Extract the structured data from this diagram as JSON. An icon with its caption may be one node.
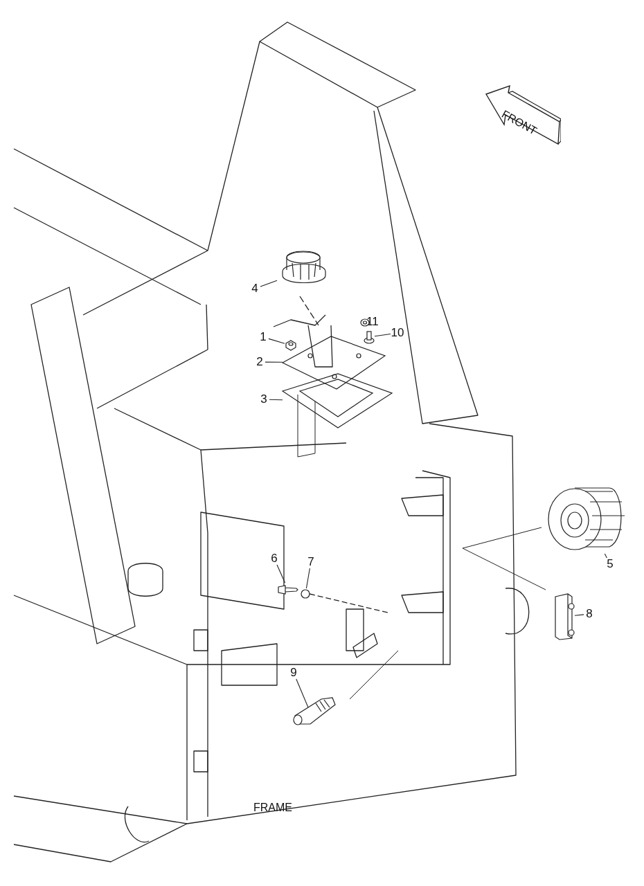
{
  "diagram": {
    "nodes": [
      {
        "text": [
          "FRONT"
        ]
      },
      {
        "text": [
          "4"
        ]
      },
      {
        "text": [
          "11"
        ]
      },
      {
        "text": [
          "10"
        ]
      },
      {
        "text": [
          "1"
        ]
      },
      {
        "text": [
          "2"
        ]
      },
      {
        "text": [
          "3"
        ]
      },
      {
        "text": [
          "5"
        ]
      },
      {
        "text": [
          "6"
        ]
      },
      {
        "text": [
          "7"
        ]
      },
      {
        "text": [
          "8"
        ]
      },
      {
        "text": [
          "9"
        ]
      },
      {
        "text": [],
        "shape": "picture"
      },
      {
        "text": [],
        "shape": "picture"
      },
      {
        "text": [],
        "shape": "picture"
      },
      {
        "text": [],
        "shape": "picture"
      },
      {
        "text": [],
        "shape": "picture"
      },
      {
        "text": [],
        "shape": "picture"
      },
      {
        "text": [],
        "shape": "picture"
      },
      {
        "text": [],
        "shape": "picture"
      },
      {
        "text": [],
        "shape": "circle"
      },
      {
        "text": [],
        "shape": "picture"
      },
      {
        "text": [],
        "shape": "picture"
      }
    ],
    "edges": [
      {
        "from": 1,
        "to": 12,
        "arrow": "none"
      },
      {
        "from": 2,
        "to": 13,
        "arrow": "none"
      },
      {
        "from": 3,
        "to": 14,
        "arrow": "none"
      },
      {
        "from": 4,
        "to": 15,
        "arrow": "none"
      },
      {
        "from": 5,
        "to": 16,
        "arrow": "none"
      },
      {
        "from": 6,
        "to": 17,
        "arrow": "none"
      },
      {
        "from": 7,
        "to": 18,
        "arrow": "none"
      },
      {
        "from": 8,
        "to": 19,
        "arrow": "none"
      },
      {
        "from": 9,
        "to": 20,
        "arrow": "none"
      },
      {
        "from": 10,
        "to": 21,
        "arrow": "none"
      },
      {
        "from": 11,
        "to": 22,
        "arrow": "none"
      }
    ],
    "labels": [
      "FRAME"
    ]
  }
}
